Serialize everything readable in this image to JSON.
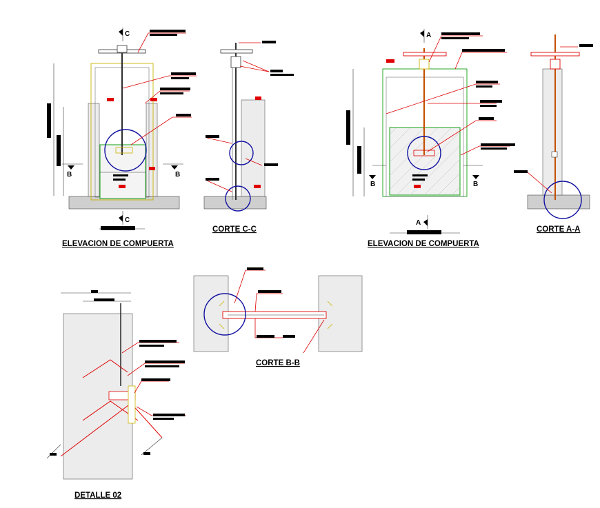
{
  "drawing": {
    "views": [
      {
        "id": "elev-left",
        "title": "ELEVACION DE COMPUERTA"
      },
      {
        "id": "corte-cc",
        "title": "CORTE C-C"
      },
      {
        "id": "elev-right",
        "title": "ELEVACION DE COMPUERTA"
      },
      {
        "id": "corte-aa",
        "title": "CORTE A-A"
      },
      {
        "id": "corte-bb",
        "title": "CORTE B-B"
      },
      {
        "id": "detalle-02",
        "title": "DETALLE 02"
      }
    ],
    "section_markers": {
      "c_top": "C",
      "c_bottom": "C",
      "b_left_1": "B",
      "b_right_1": "B",
      "a_top": "A",
      "a_bottom": "A",
      "b_left_2": "B",
      "b_right_2": "B"
    }
  }
}
